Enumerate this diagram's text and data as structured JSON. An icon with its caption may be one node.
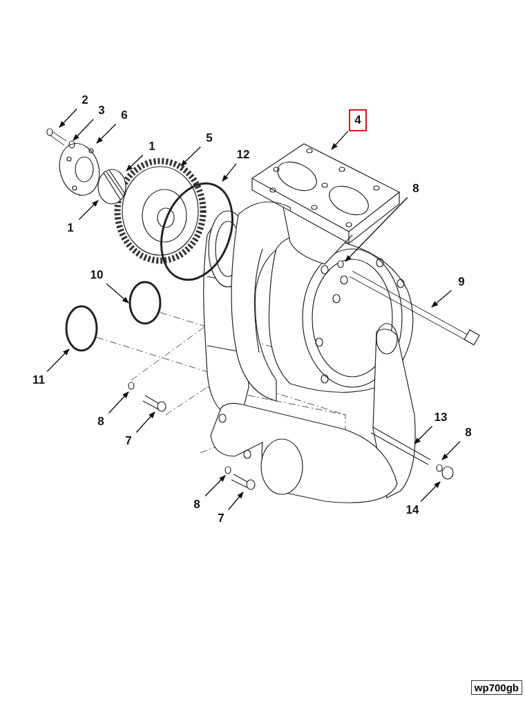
{
  "diagram": {
    "nodes": [
      {
        "text": [
          "2"
        ]
      },
      {
        "text": [
          "3"
        ]
      },
      {
        "text": [
          "6"
        ]
      },
      {
        "text": [
          "4"
        ]
      },
      {
        "text": [
          "1"
        ]
      },
      {
        "text": [
          "5"
        ]
      },
      {
        "text": [
          "12"
        ]
      },
      {
        "text": [
          "8"
        ]
      },
      {
        "text": [
          "1"
        ]
      },
      {
        "text": [
          "10"
        ]
      },
      {
        "text": [
          "9"
        ]
      },
      {
        "text": [
          "11"
        ]
      },
      {
        "text": [
          "8"
        ]
      },
      {
        "text": [
          "13"
        ]
      },
      {
        "text": [
          "7"
        ]
      },
      {
        "text": [
          "8"
        ]
      },
      {
        "text": [
          "8"
        ]
      },
      {
        "text": [
          "14"
        ]
      },
      {
        "text": [
          "7"
        ]
      }
    ],
    "edges": [
      {
        "from": 0,
        "to": null,
        "arrow": "to"
      },
      {
        "from": 1,
        "to": null,
        "arrow": "to"
      },
      {
        "from": 2,
        "to": null,
        "arrow": "to"
      },
      {
        "from": 3,
        "to": null,
        "arrow": "to"
      },
      {
        "from": 4,
        "to": null,
        "arrow": "to"
      },
      {
        "from": 5,
        "to": null,
        "arrow": "to"
      },
      {
        "from": 6,
        "to": null,
        "arrow": "to"
      },
      {
        "from": 7,
        "to": null,
        "arrow": "to"
      },
      {
        "from": 8,
        "to": null,
        "arrow": "to"
      },
      {
        "from": 9,
        "to": null,
        "arrow": "to"
      },
      {
        "from": 10,
        "to": null,
        "arrow": "to"
      },
      {
        "from": 11,
        "to": null,
        "arrow": "to"
      },
      {
        "from": 12,
        "to": null,
        "arrow": "to"
      },
      {
        "from": 13,
        "to": null,
        "arrow": "to"
      },
      {
        "from": 14,
        "to": null,
        "arrow": "to"
      },
      {
        "from": 15,
        "to": null,
        "arrow": "to"
      },
      {
        "from": 16,
        "to": null,
        "arrow": "to"
      },
      {
        "from": 17,
        "to": null,
        "arrow": "to"
      },
      {
        "from": 18,
        "to": null,
        "arrow": "to"
      }
    ],
    "labels": [
      "wp700gb"
    ]
  }
}
